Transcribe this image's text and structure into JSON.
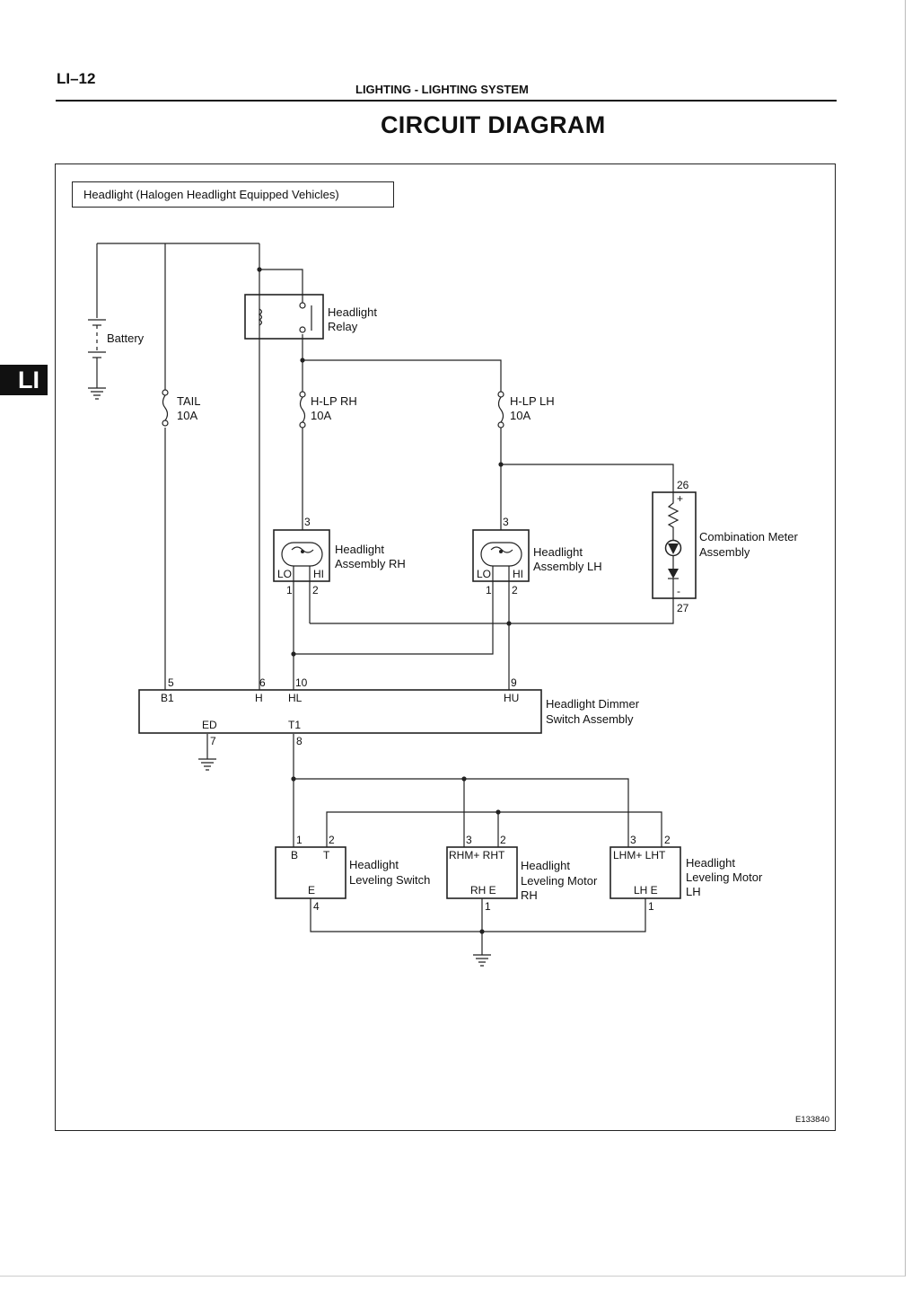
{
  "header": {
    "page_number": "LI–12",
    "section": "LIGHTING - LIGHTING SYSTEM",
    "title": "CIRCUIT DIAGRAM",
    "tab": "LI"
  },
  "figure": {
    "caption": "Headlight (Halogen Headlight Equipped Vehicles)",
    "id": "E133840"
  },
  "components": {
    "battery": "Battery",
    "relay": [
      "Headlight",
      "Relay"
    ],
    "fuse_tail": [
      "TAIL",
      "10A"
    ],
    "fuse_rh": [
      "H-LP RH",
      "10A"
    ],
    "fuse_lh": [
      "H-LP LH",
      "10A"
    ],
    "headlight_rh": [
      "Headlight",
      "Assembly RH"
    ],
    "headlight_lh": [
      "Headlight",
      "Assembly LH"
    ],
    "meter": [
      "Combination Meter",
      "Assembly"
    ],
    "dimmer": [
      "Headlight Dimmer",
      "Switch Assembly"
    ],
    "lev_switch": [
      "Headlight",
      "Leveling Switch"
    ],
    "lev_motor_rh": [
      "Headlight",
      "Leveling Motor",
      "RH"
    ],
    "lev_motor_lh": [
      "Headlight",
      "Leveling Motor",
      "LH"
    ]
  },
  "terminals": {
    "rh_pin3": "3",
    "rh_lo": "LO",
    "rh_hi": "HI",
    "rh_pin1": "1",
    "rh_pin2": "2",
    "lh_pin3": "3",
    "lh_lo": "LO",
    "lh_hi": "HI",
    "lh_pin1": "1",
    "lh_pin2": "2",
    "meter_pin26": "26",
    "meter_plus": "+",
    "meter_minus": "-",
    "meter_pin27": "27",
    "dim_pin5": "5",
    "dim_b1": "B1",
    "dim_pin6": "6",
    "dim_h": "H",
    "dim_pin10": "10",
    "dim_hl": "HL",
    "dim_pin9": "9",
    "dim_hu": "HU",
    "dim_ed": "ED",
    "dim_pin7": "7",
    "dim_t1": "T1",
    "dim_pin8": "8",
    "sw_pin1": "1",
    "sw_pin2": "2",
    "sw_b": "B",
    "sw_t": "T",
    "sw_e": "E",
    "sw_pin4": "4",
    "mrh_pin3": "3",
    "mrh_pin2": "2",
    "mrh_top": "RHM+ RHT",
    "mrh_bot": "RH E",
    "mrh_pin1": "1",
    "mlh_pin3": "3",
    "mlh_pin2": "2",
    "mlh_top": "LHM+ LHT",
    "mlh_bot": "LH E",
    "mlh_pin1": "1"
  }
}
